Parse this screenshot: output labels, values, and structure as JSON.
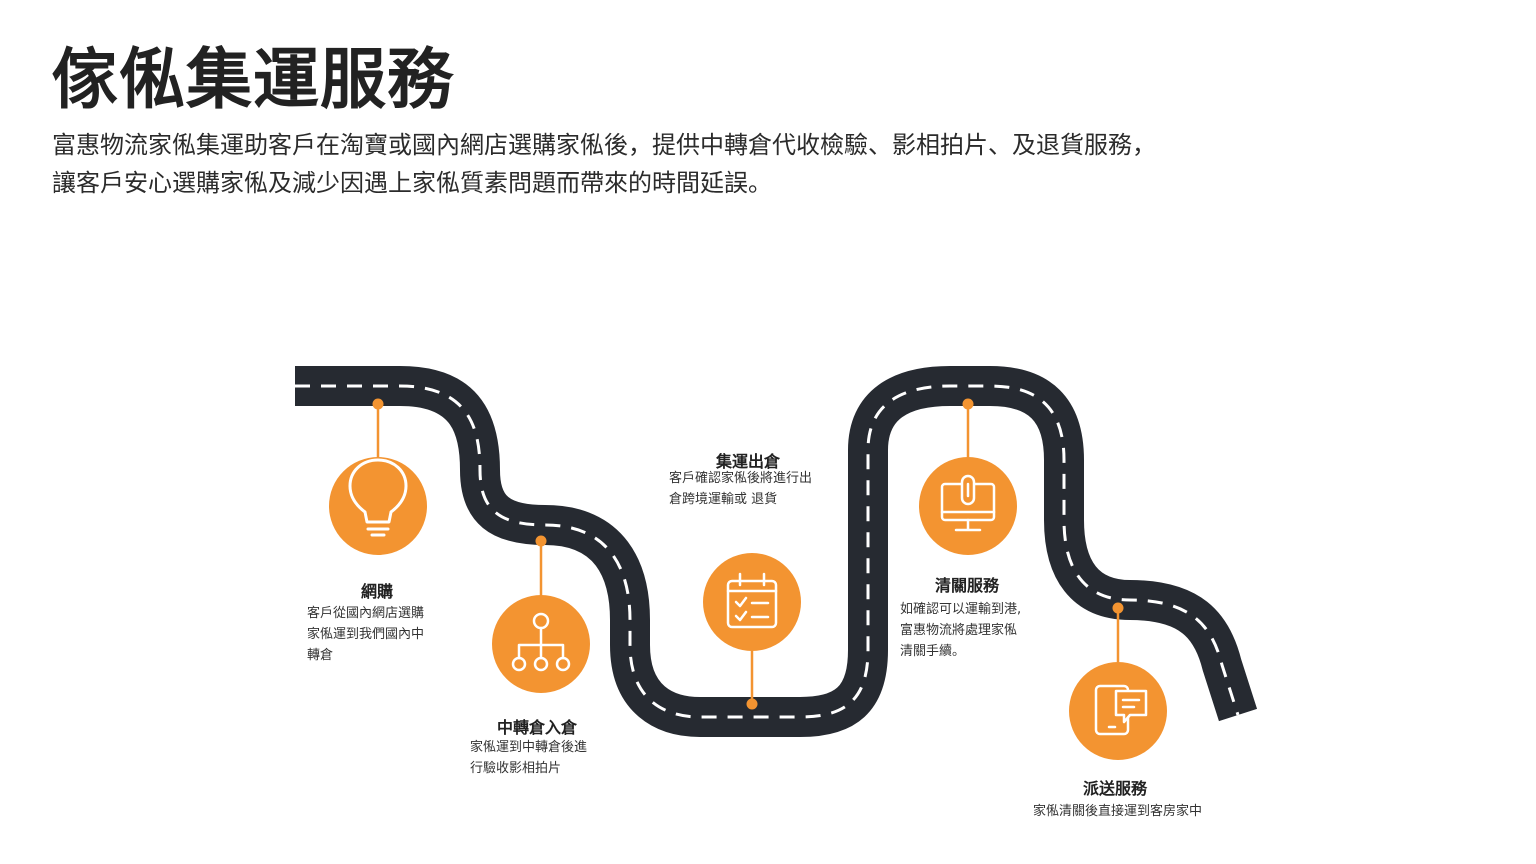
{
  "title": "傢俬集運服務",
  "intro": {
    "line1": "富惠物流家俬集運助客戶在淘寶或國內網店選購家俬後，提供中轉倉代收檢驗、影相拍片、及退貨服務，",
    "line2": "讓客戶安心選購家俬及減少因遇上家俬質素問題而帶來的時間延誤。"
  },
  "colors": {
    "road": "#262a31",
    "lane": "#ffffff",
    "accent": "#f39431"
  },
  "steps": [
    {
      "id": "online-shopping",
      "icon": "lightbulb-icon",
      "title": "網購",
      "desc_lines": [
        "客戶從國內網店選購",
        "家俬運到我們國內中",
        "轉倉"
      ]
    },
    {
      "id": "transfer-warehouse",
      "icon": "hierarchy-icon",
      "title": "中轉倉入倉",
      "desc_lines": [
        "家俬運到中轉倉後進",
        "行驗收影相拍片"
      ]
    },
    {
      "id": "consolidation-dispatch",
      "icon": "checklist-icon",
      "title": "集運出倉",
      "desc_lines": [
        "客戶確認家俬後將進行出",
        "倉跨境運輸或 退貨"
      ]
    },
    {
      "id": "customs-clearance",
      "icon": "monitor-icon",
      "title": "清關服務",
      "desc_lines": [
        "如確認可以運輸到港,",
        "富惠物流將處理家俬",
        "清關手續。"
      ]
    },
    {
      "id": "delivery",
      "icon": "tablet-chat-icon",
      "title": "派送服務",
      "desc_lines": [
        "家俬清關後直接運到客房家中"
      ]
    }
  ]
}
